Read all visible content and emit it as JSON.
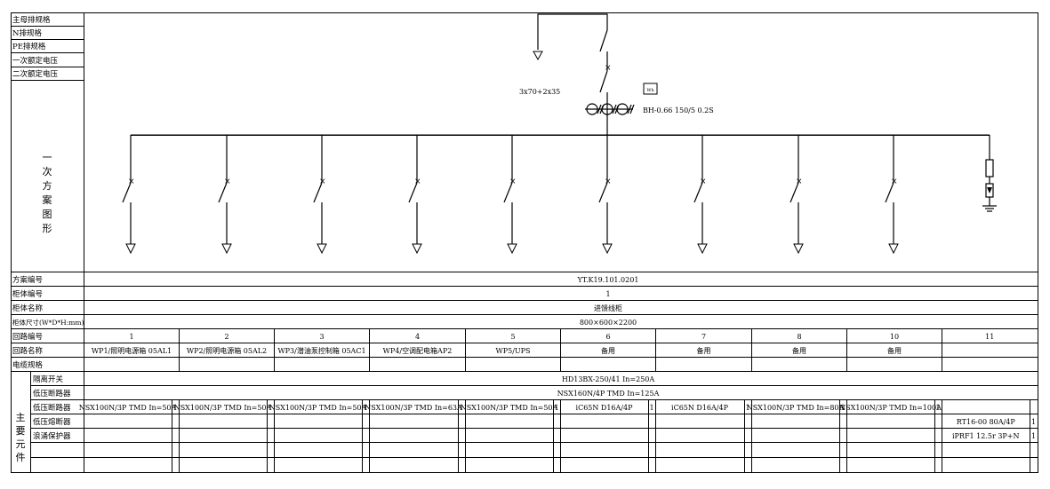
{
  "top_labels": [
    "主母排规格",
    "N排规格",
    "PE排规格",
    "一次额定电压",
    "二次额定电压"
  ],
  "scheme_label": [
    "一",
    "次",
    "方",
    "案",
    "图",
    "形"
  ],
  "diagram": {
    "cable_label": "3x70+2x35",
    "meter_label": "Wh",
    "ct_label": "BH-0.66 150/5 0.2S"
  },
  "info_rows": [
    {
      "label": "方案编号",
      "value": "YT.K19.101.0201"
    },
    {
      "label": "柜体编号",
      "value": "1"
    },
    {
      "label": "柜体名称",
      "value": "进馈线柜"
    },
    {
      "label": "柜体尺寸(W*D*H:mm)",
      "value": "800×600×2200"
    }
  ],
  "circuit_number_label": "回路编号",
  "circuit_name_label": "回路名称",
  "cable_spec_label": "电缆规格",
  "circuits": [
    {
      "no": "1",
      "name": "WP1/照明电源箱 05AL1",
      "breaker": "NSX100N/3P TMD In=50A",
      "breaker_qty": "1",
      "fuse": "",
      "fuse_qty": "",
      "spd": "",
      "spd_qty": ""
    },
    {
      "no": "2",
      "name": "WP2/照明电源箱 05AL2",
      "breaker": "NSX100N/3P TMD In=50A",
      "breaker_qty": "1",
      "fuse": "",
      "fuse_qty": "",
      "spd": "",
      "spd_qty": ""
    },
    {
      "no": "3",
      "name": "WP3/潜油泵控制箱 05AC1",
      "breaker": "NSX100N/3P TMD In=50A",
      "breaker_qty": "1",
      "fuse": "",
      "fuse_qty": "",
      "spd": "",
      "spd_qty": ""
    },
    {
      "no": "4",
      "name": "WP4/空调配电箱AP2",
      "breaker": "NSX100N/3P TMD In=63A",
      "breaker_qty": "1",
      "fuse": "",
      "fuse_qty": "",
      "spd": "",
      "spd_qty": ""
    },
    {
      "no": "5",
      "name": "WP5/UPS",
      "breaker": "NSX100N/3P TMD In=50A",
      "breaker_qty": "1",
      "fuse": "",
      "fuse_qty": "",
      "spd": "",
      "spd_qty": ""
    },
    {
      "no": "6",
      "name": "备用",
      "breaker": "iC65N D16A/4P",
      "breaker_qty": "1",
      "fuse": "",
      "fuse_qty": "",
      "spd": "",
      "spd_qty": ""
    },
    {
      "no": "7",
      "name": "备用",
      "breaker": "iC65N D16A/4P",
      "breaker_qty": "1",
      "fuse": "",
      "fuse_qty": "",
      "spd": "",
      "spd_qty": ""
    },
    {
      "no": "8",
      "name": "备用",
      "breaker": "NSX100N/3P TMD In=80A",
      "breaker_qty": "1",
      "fuse": "",
      "fuse_qty": "",
      "spd": "",
      "spd_qty": ""
    },
    {
      "no": "10",
      "name": "备用",
      "breaker": "NSX100N/3P TMD In=100A",
      "breaker_qty": "1",
      "fuse": "",
      "fuse_qty": "",
      "spd": "",
      "spd_qty": ""
    },
    {
      "no": "11",
      "name": "",
      "breaker": "",
      "breaker_qty": "",
      "fuse": "RT16-00 80A/4P",
      "fuse_qty": "1",
      "spd": "iPRF1 12.5r 3P+N",
      "spd_qty": "1"
    }
  ],
  "main_components_label": [
    "主",
    "要",
    "元",
    "件"
  ],
  "component_labels": {
    "isolator": "隔离开关",
    "main_breaker": "低压断路器",
    "breaker": "低压断路器",
    "fuse": "低压熔断器",
    "spd": "浪涌保护器"
  },
  "isolator_value": "HD13BX-250/41 In=250A",
  "main_breaker_value": "NSX160N/4P TMD In=125A"
}
